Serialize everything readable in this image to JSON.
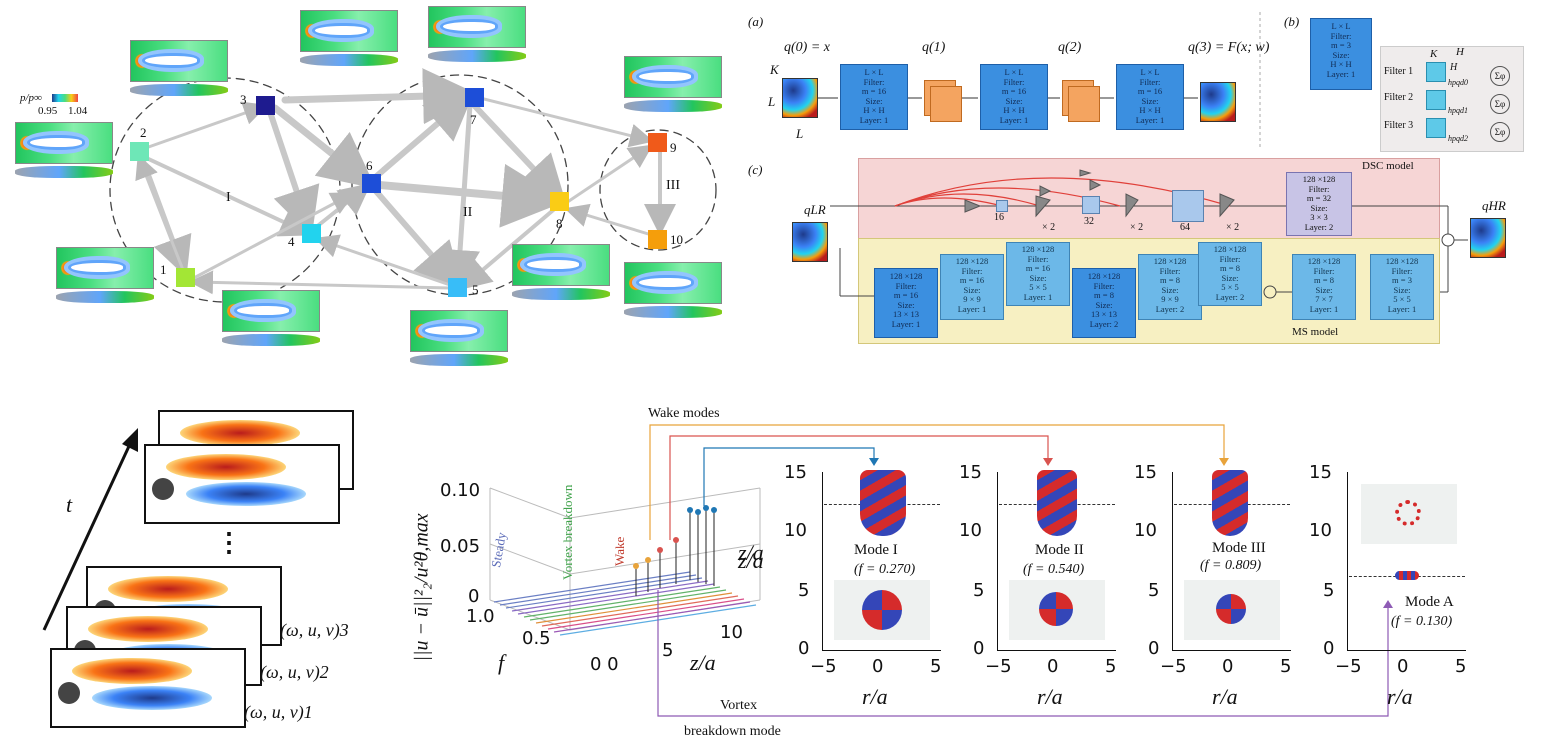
{
  "graph": {
    "legend_label": "p/p∞",
    "legend_min": "0.95",
    "legend_max": "1.04",
    "nodes": [
      {
        "id": "1",
        "color": "#a3e635"
      },
      {
        "id": "2",
        "color": "#6ee7b7"
      },
      {
        "id": "3",
        "color": "#1e1b8f"
      },
      {
        "id": "4",
        "color": "#22d3ee"
      },
      {
        "id": "5",
        "color": "#38bdf8"
      },
      {
        "id": "6",
        "color": "#1d4ed8"
      },
      {
        "id": "7",
        "color": "#1d4ed8"
      },
      {
        "id": "8",
        "color": "#facc15"
      },
      {
        "id": "9",
        "color": "#f05a1a"
      },
      {
        "id": "10",
        "color": "#f59e0b"
      }
    ],
    "clusters": [
      "I",
      "II",
      "III"
    ]
  },
  "network": {
    "panel_a": "(a)",
    "panel_b": "(b)",
    "panel_c": "(c)",
    "q0": "q(0) = x",
    "q1": "q(1)",
    "q2": "q(2)",
    "q3": "q(3) = F(x; w)",
    "K": "K",
    "L": "L",
    "L_bottom": "L",
    "layer_block": [
      "L × L",
      "Filter:",
      "m = 16",
      "Size:",
      "H × H",
      "Layer: 1"
    ],
    "block_b": [
      "L × L",
      "Filter:",
      "m = 3",
      "Size:",
      "H × H",
      "Layer: 1"
    ],
    "filters": [
      "Filter 1",
      "Filter 2",
      "Filter 3"
    ],
    "b_K": "K",
    "b_H": "H",
    "b_H2": "H",
    "hp": [
      "hpqd0",
      "hpqd1",
      "hpqd2"
    ],
    "dsc_model": "DSC model",
    "ms_model": "MS model",
    "q_lr": "qLR",
    "q_hr": "qHR",
    "dsc_sizes": [
      "16",
      "32",
      "64"
    ],
    "times2": "× 2",
    "dsc_block": [
      "128 ×128",
      "Filter:",
      "m = 32",
      "Size:",
      "3 × 3",
      "Layer: 2"
    ],
    "ms_blocks": [
      [
        "128 ×128",
        "Filter:",
        "m = 16",
        "Size:",
        "13 × 13",
        "Layer: 1"
      ],
      [
        "128 ×128",
        "Filter:",
        "m = 16",
        "Size:",
        "9 × 9",
        "Layer: 1"
      ],
      [
        "128 ×128",
        "Filter:",
        "m = 16",
        "Size:",
        "5 × 5",
        "Layer: 1"
      ],
      [
        "128 ×128",
        "Filter:",
        "m = 8",
        "Size:",
        "13 × 13",
        "Layer: 2"
      ],
      [
        "128 ×128",
        "Filter:",
        "m = 8",
        "Size:",
        "9 × 9",
        "Layer: 2"
      ],
      [
        "128 ×128",
        "Filter:",
        "m = 8",
        "Size:",
        "5 × 5",
        "Layer: 2"
      ],
      [
        "128 ×128",
        "Filter:",
        "m = 8",
        "Size:",
        "7 × 7",
        "Layer: 1"
      ],
      [
        "128 ×128",
        "Filter:",
        "m = 3",
        "Size:",
        "5 × 5",
        "Layer: 1"
      ]
    ]
  },
  "time_series": {
    "t_label": "t",
    "dots": "⋮",
    "labels": [
      "(ω, u, v)3",
      "(ω, u, v)2",
      "(ω, u, v)1"
    ]
  },
  "spectrum": {
    "wake_modes": "Wake modes",
    "vortex": "Vortex",
    "breakdown_mode": "breakdown mode",
    "ylabel": "||u − ū||²₂/u²θ,max",
    "yticks": [
      "0.10",
      "0.05",
      "0"
    ],
    "f_ticks": [
      "1.0",
      "0.5",
      "0 0"
    ],
    "f_label": "f",
    "z_ticks": [
      "5",
      "10"
    ],
    "z_label": "z/a",
    "z_label_side": "z/a",
    "regimes": [
      "Steady",
      "Vortex breakdown",
      "Wake"
    ]
  },
  "mode_panels": [
    {
      "name": "Mode I",
      "freq": "(f = 0.270)"
    },
    {
      "name": "Mode II",
      "freq": "(f = 0.540)"
    },
    {
      "name": "Mode III",
      "freq": "(f = 0.809)"
    },
    {
      "name": "Mode A",
      "freq": "(f = 0.130)"
    }
  ],
  "mode_axes": {
    "yticks": [
      "15",
      "10",
      "5",
      "0"
    ],
    "xticks": [
      "−5",
      "0",
      "5"
    ],
    "xlabel": "r/a",
    "ylabel": "z/a"
  },
  "colors": {
    "arrow_blue": "#1f77b4",
    "arrow_red": "#d9534f",
    "arrow_orange": "#e8a33b",
    "arrow_purple": "#8e5bb5",
    "dsc_bg": "#f6d5d5",
    "ms_bg": "#f7f0c2"
  }
}
